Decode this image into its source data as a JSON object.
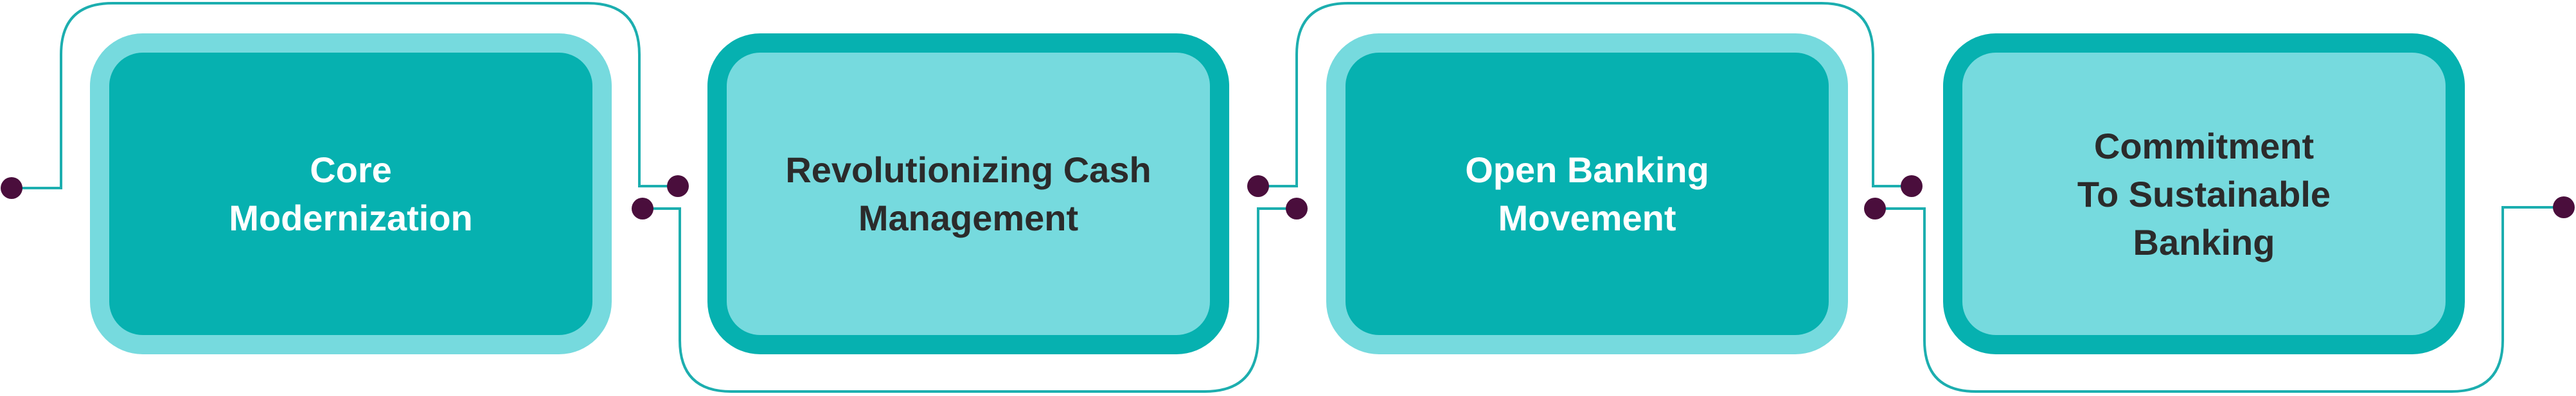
{
  "steps": [
    {
      "label": "Core\nModernization"
    },
    {
      "label": "Revolutionizing Cash\nManagement"
    },
    {
      "label": "Open Banking\nMovement"
    },
    {
      "label": "Commitment\nTo Sustainable\nBanking"
    }
  ],
  "colors": {
    "teal": "#06B1B0",
    "light_teal": "#76DADE",
    "line": "#1CAEAF",
    "dot": "#4A0E3C"
  }
}
